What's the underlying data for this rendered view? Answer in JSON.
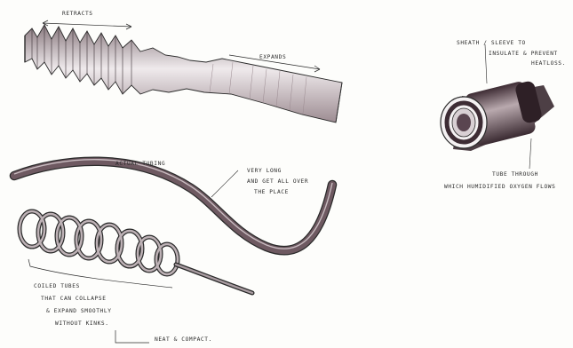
{
  "annotations": {
    "retracts": "RETRACTS",
    "expands": "EXPANDS",
    "actual_tubing": "ACTUAL TUBING",
    "very_long_1": "VERY LONG",
    "very_long_2": "AND GET ALL OVER",
    "very_long_3": "THE PLACE",
    "coiled_1": "COILED TUBES",
    "coiled_2": "THAT CAN COLLAPSE",
    "coiled_3": "& EXPAND SMOOTHLY",
    "coiled_4": "WITHOUT KINKS.",
    "neat": "NEAT & COMPACT.",
    "sheath_1": "SHEATH / SLEEVE TO",
    "sheath_2": "INSULATE & PREVENT",
    "sheath_3": "HEATLOSS.",
    "tube_1": "TUBE THROUGH",
    "tube_2": "WHICH HUMIDIFIED OXYGEN FLOWS"
  },
  "colors": {
    "ink": "#2a2a2a",
    "tube_dark": "#5a4550",
    "tube_mid": "#7d6870",
    "paper": "#fdfdfb"
  }
}
